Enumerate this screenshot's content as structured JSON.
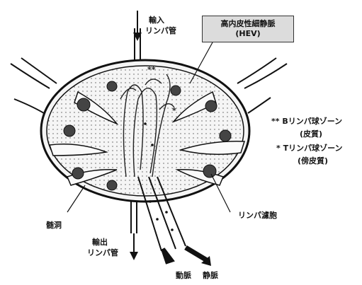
{
  "labels": {
    "afferent_line1": "輸入",
    "afferent_line2": "リンパ管",
    "hev_line1": "高内皮性細静脈",
    "hev_line2": "(HEV)",
    "b_zone": "** Bリンパ球ゾーン",
    "b_zone_sub": "(皮質)",
    "t_zone": "* Tリンパ球ゾーン",
    "t_zone_sub": "(傍皮質)",
    "medullary_sinus": "髄洞",
    "follicle": "リンパ濾胞",
    "efferent_line1": "輸出",
    "efferent_line2": "リンパ管",
    "artery": "動脈",
    "vein": "静脈",
    "marker_double": "**",
    "marker_single": "*"
  }
}
